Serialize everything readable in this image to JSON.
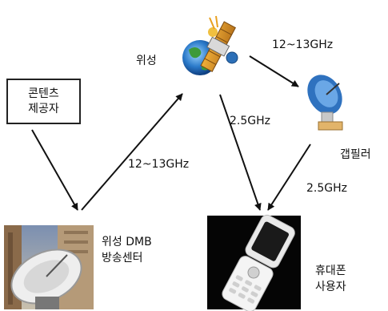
{
  "content_provider": {
    "line1": "콘텐츠",
    "line2": "제공자"
  },
  "satellite": {
    "label": "위성"
  },
  "gap_filler": {
    "label": "갭필러"
  },
  "broadcast_center": {
    "line1": "위성 DMB",
    "line2": "방송센터"
  },
  "mobile_user": {
    "line1": "휴대폰",
    "line2": "사용자"
  },
  "links": {
    "uplink": "12~13GHz",
    "sat_to_gapfiller": "12~13GHz",
    "sat_to_phone": "2.5GHz",
    "gapfiller_to_phone": "2.5GHz"
  }
}
